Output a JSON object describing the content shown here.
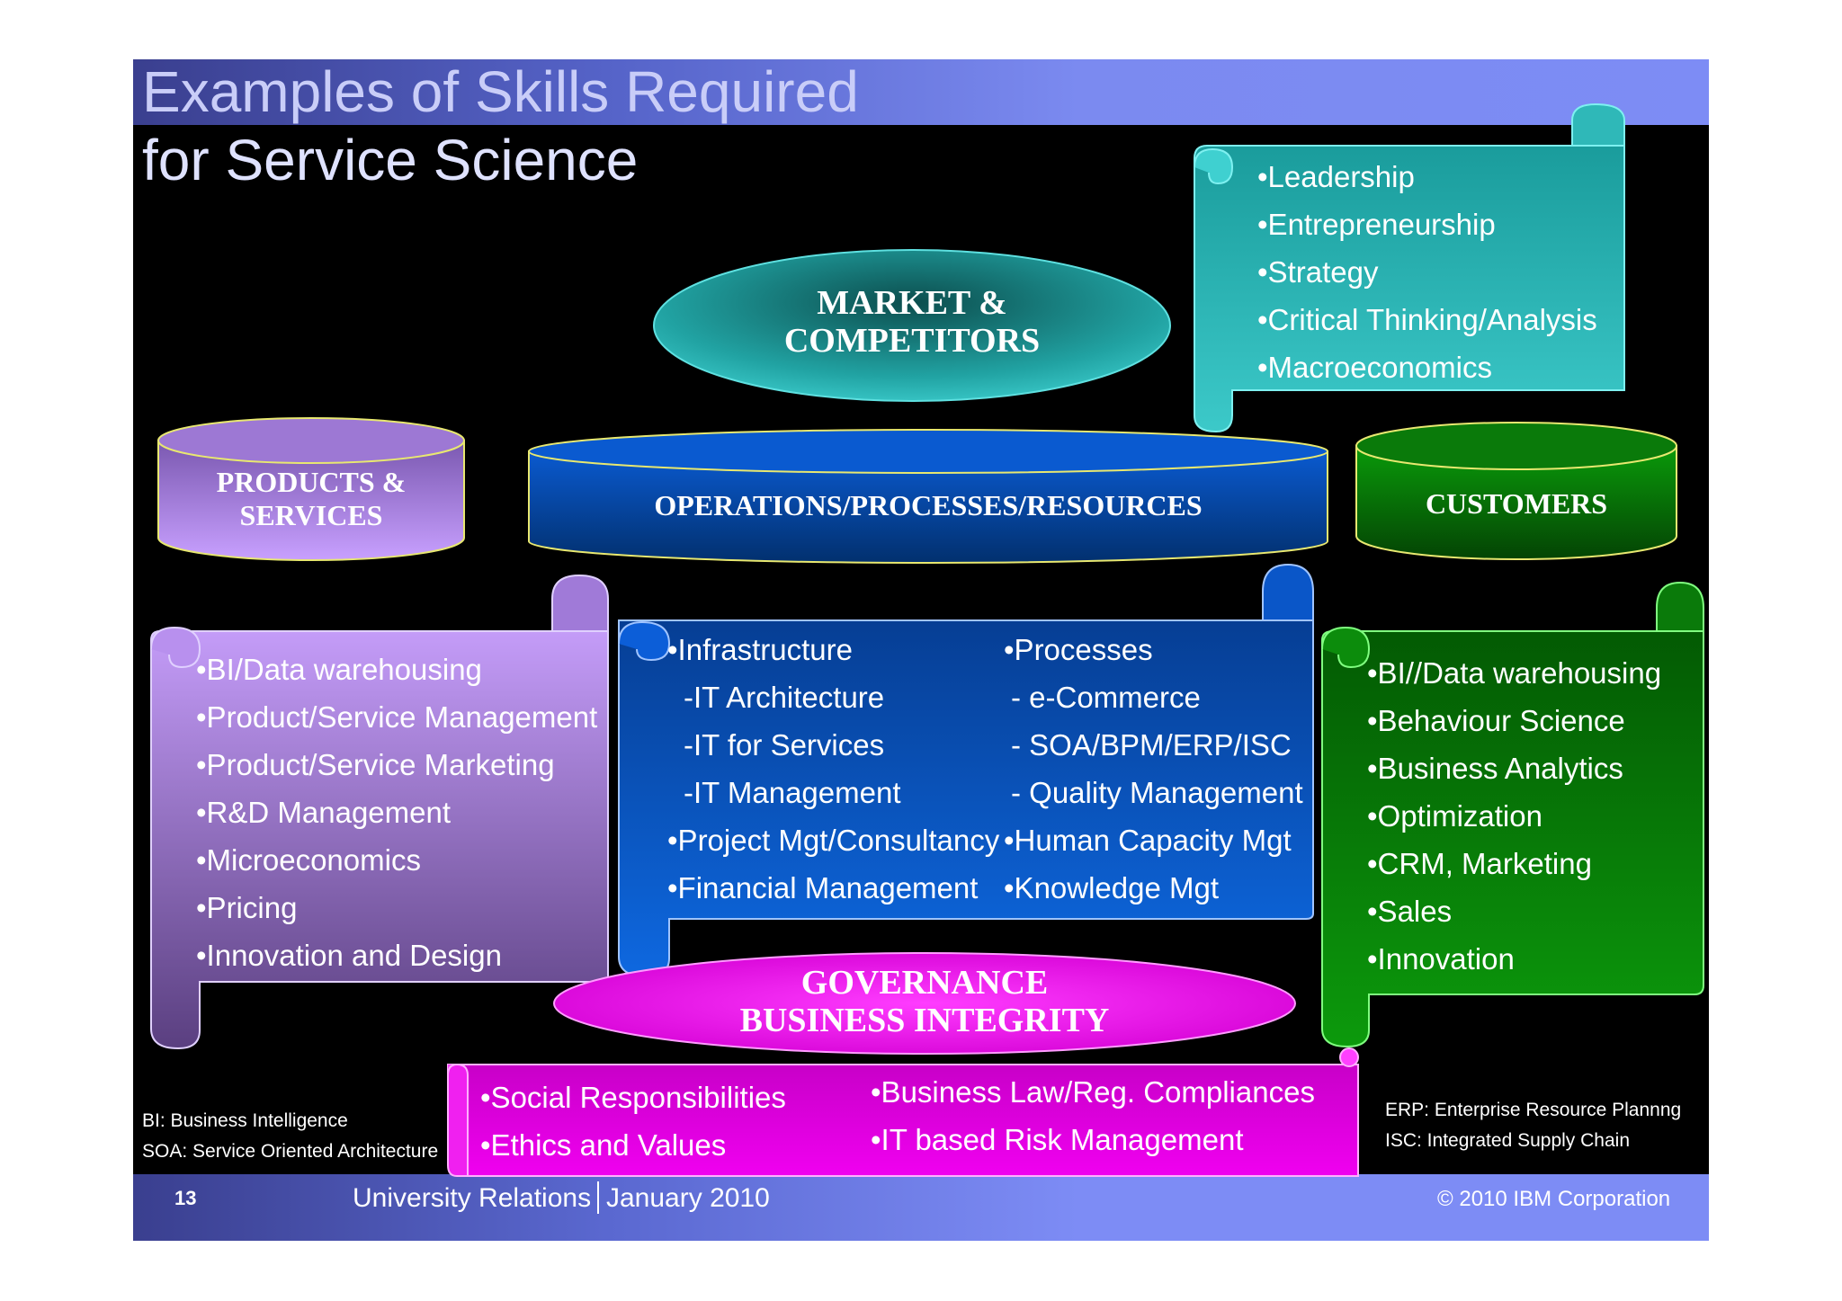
{
  "title": {
    "line1": "Examples of Skills Required",
    "line2": "for Service Science"
  },
  "market": {
    "label_line1": "MARKET &",
    "label_line2": "COMPETITORS",
    "items": [
      "•Leadership",
      "•Entrepreneurship",
      "•Strategy",
      "•Critical Thinking/Analysis",
      "•Macroeconomics"
    ]
  },
  "products": {
    "label_line1": "PRODUCTS &",
    "label_line2": "SERVICES",
    "items": [
      "•BI/Data warehousing",
      "•Product/Service Management",
      "•Product/Service Marketing",
      "•R&D Management",
      "•Microeconomics",
      "•Pricing",
      "•Innovation and Design"
    ]
  },
  "operations": {
    "label": "OPERATIONS/PROCESSES/RESOURCES",
    "left_items": [
      "•Infrastructure",
      " -IT Architecture",
      " -IT for Services",
      " -IT Management",
      "•Project Mgt/Consultancy",
      "•Financial Management"
    ],
    "right_items": [
      "•Processes",
      " - e-Commerce",
      " - SOA/BPM/ERP/ISC",
      " - Quality Management",
      "•Human Capacity Mgt",
      "•Knowledge Mgt"
    ]
  },
  "customers": {
    "label": "CUSTOMERS",
    "items": [
      "•BI//Data warehousing",
      "•Behaviour Science",
      "•Business Analytics",
      "•Optimization",
      "•CRM, Marketing",
      "•Sales",
      "•Innovation"
    ]
  },
  "governance": {
    "label_line1": "GOVERNANCE",
    "label_line2": "BUSINESS INTEGRITY",
    "left_items": [
      "•Social Responsibilities",
      "•Ethics and Values"
    ],
    "right_items": [
      "•Business Law/Reg. Compliances",
      "•IT based Risk Management"
    ]
  },
  "notes_left": [
    "BI: Business Intelligence",
    "SOA: Service Oriented Architecture"
  ],
  "notes_right": [
    "ERP: Enterprise Resource Plannng",
    "ISC: Integrated Supply Chain"
  ],
  "footer": {
    "page_number": "13",
    "dept": "University Relations",
    "date": "January 2010",
    "copyright": "© 2010 IBM Corporation"
  },
  "colors": {
    "teal": "#2fb8b8",
    "violet": "#b48cf0",
    "blue": "#0a56c8",
    "green": "#0a8a0a",
    "magenta": "#e600e6",
    "topbar": "#7d8cf5"
  }
}
